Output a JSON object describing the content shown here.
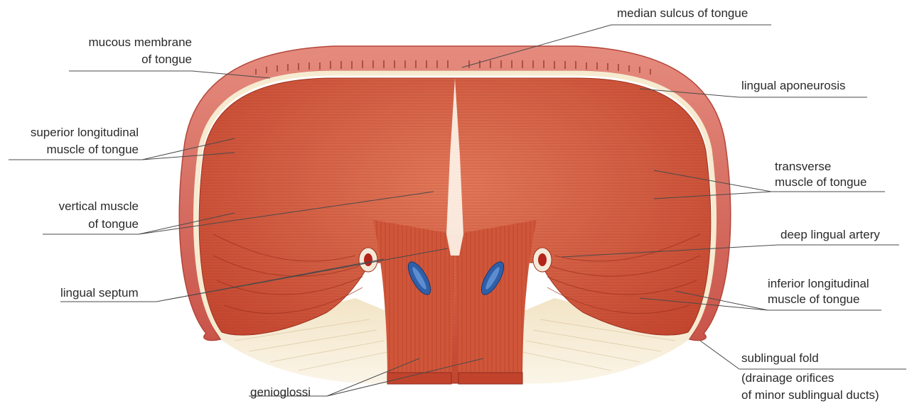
{
  "figure": {
    "labels": {
      "median_sulcus": "median sulcus of tongue",
      "mucous_membrane_1": "mucous membrane",
      "mucous_membrane_2": "of tongue",
      "lingual_aponeurosis": "lingual aponeurosis",
      "superior_longitudinal_1": "superior longitudinal",
      "superior_longitudinal_2": "muscle of tongue",
      "transverse_1": "transverse",
      "transverse_2": "muscle of tongue",
      "vertical_1": "vertical muscle",
      "vertical_2": "of tongue",
      "deep_lingual_artery": "deep lingual artery",
      "lingual_septum": "lingual septum",
      "inferior_longitudinal_1": "inferior longitudinal",
      "inferior_longitudinal_2": "muscle of tongue",
      "sublingual_fold_1": "sublingual fold",
      "sublingual_fold_2": "(drainage orifices",
      "sublingual_fold_3": "of minor sublingual ducts)",
      "genioglossi": "genioglossi"
    },
    "colors": {
      "muscle": "#c9472f",
      "muscle_light": "#e07a5c",
      "mucosa": "#d9695a",
      "aponeurosis": "#f3e6c8",
      "connective": "#ecdcb5",
      "vein": "#2f5fa8",
      "artery": "#b3231a",
      "leader_line": "#4a4a4a"
    }
  }
}
